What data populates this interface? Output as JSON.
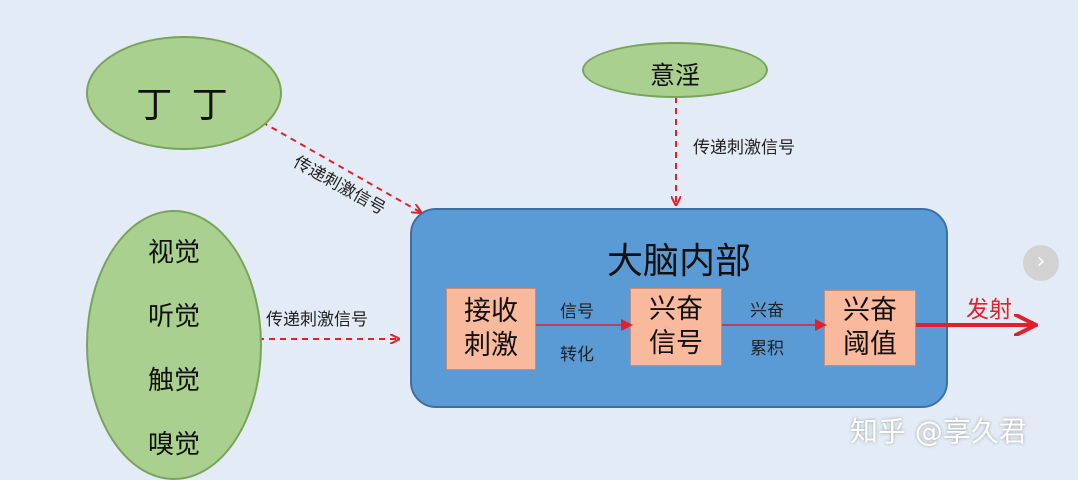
{
  "nodes": {
    "dingding": "丁 丁",
    "yiyin": "意淫",
    "senses": [
      "视觉",
      "听觉",
      "触觉",
      "嗅觉"
    ]
  },
  "edges": {
    "dingding_to_brain": "传递刺激信号",
    "yiyin_to_brain": "传递刺激信号",
    "senses_to_brain": "传递刺激信号"
  },
  "brain": {
    "title": "大脑内部",
    "receive_box": [
      "接收",
      "刺激"
    ],
    "signal_label_top": "信号",
    "signal_label_bottom": "转化",
    "excite_signal_box": [
      "兴奋",
      "信号"
    ],
    "accum_label_top": "兴奋",
    "accum_label_bottom": "累积",
    "threshold_box": [
      "兴奋",
      "阈值"
    ]
  },
  "output": {
    "fire_label": "发射"
  },
  "watermark": "知乎 @享久君",
  "next_icon": "chevron-right-icon",
  "colors": {
    "ellipse_fill": "#a9d08e",
    "brain_fill": "#5b9bd5",
    "box_fill": "#f8b99c",
    "arrow_red": "#e0202a"
  }
}
